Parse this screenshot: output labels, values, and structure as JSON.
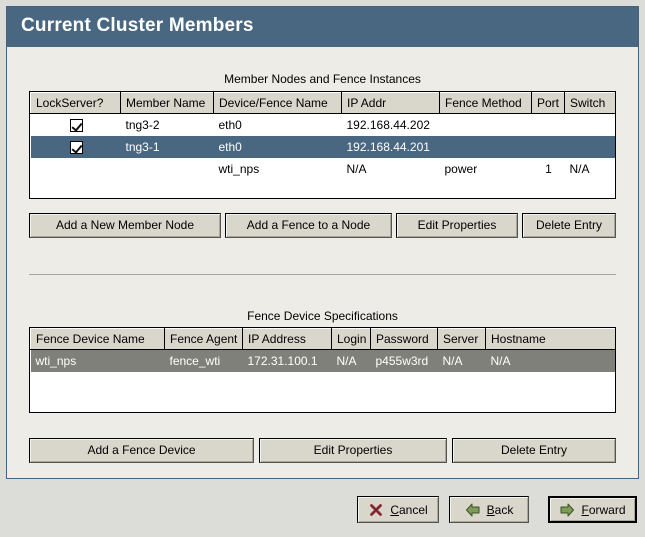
{
  "window": {
    "title": "Current Cluster Members"
  },
  "members_section": {
    "caption": "Member Nodes and Fence Instances",
    "columns": [
      "LockServer?",
      "Member Name",
      "Device/Fence Name",
      "IP Addr",
      "Fence Method",
      "Port",
      "Switch"
    ],
    "rows": [
      {
        "selected": false,
        "lockserver_checked": true,
        "member_name": "tng3-2",
        "device_fence_name": "eth0",
        "ip_addr": "192.168.44.202",
        "fence_method": "",
        "port": "",
        "switch": ""
      },
      {
        "selected": true,
        "lockserver_checked": true,
        "member_name": "tng3-1",
        "device_fence_name": "eth0",
        "ip_addr": "192.168.44.201",
        "fence_method": "",
        "port": "",
        "switch": ""
      },
      {
        "selected": false,
        "lockserver_checked": false,
        "member_name": "",
        "device_fence_name": "wti_nps",
        "ip_addr": "N/A",
        "fence_method": "power",
        "port": "1",
        "switch": "N/A"
      }
    ],
    "buttons": {
      "add_member": "Add a New Member Node",
      "add_fence": "Add a Fence to a Node",
      "edit_properties": "Edit Properties",
      "delete_entry": "Delete Entry"
    }
  },
  "fence_section": {
    "caption": "Fence Device Specifications",
    "columns": [
      "Fence Device Name",
      "Fence Agent",
      "IP Address",
      "Login",
      "Password",
      "Server",
      "Hostname"
    ],
    "rows": [
      {
        "selected": true,
        "fence_device_name": "wti_nps",
        "fence_agent": "fence_wti",
        "ip_address": "172.31.100.1",
        "login": "N/A",
        "password": "p455w3rd",
        "server": "N/A",
        "hostname": "N/A"
      }
    ],
    "buttons": {
      "add_device": "Add a Fence Device",
      "edit_properties": "Edit Properties",
      "delete_entry": "Delete Entry"
    }
  },
  "nav": {
    "cancel": {
      "label_pre": "",
      "mnemonic": "C",
      "label_post": "ancel",
      "icon": "close-x-icon"
    },
    "back": {
      "label_pre": "",
      "mnemonic": "B",
      "label_post": "ack",
      "icon": "arrow-left-icon"
    },
    "forward": {
      "label_pre": "",
      "mnemonic": "F",
      "label_post": "orward",
      "icon": "arrow-right-icon"
    }
  },
  "colors": {
    "title_bar": "#4a6781",
    "panel_background": "#eeece6",
    "dialog_background": "#dcdcd8",
    "selection_focused": "#4a6781",
    "selection_unfocused": "#80807a",
    "header_cell": "#d9d6cc",
    "cancel_icon": "#9e3b45",
    "arrow_icon": "#6f8f4a"
  }
}
